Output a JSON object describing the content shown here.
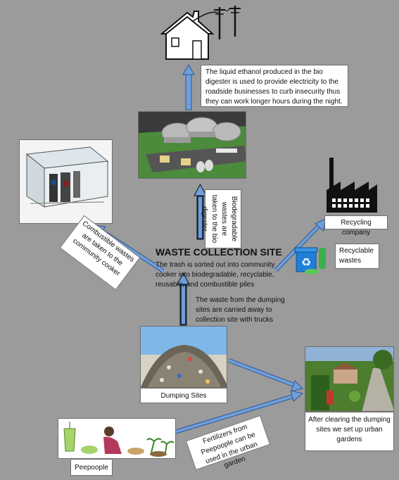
{
  "colors": {
    "background": "#9b9b9b",
    "arrow_fill": "#6f9fd8",
    "arrow_stroke": "#2f5597",
    "box_fill": "#ffffff"
  },
  "title": "WASTE COLLECTION SITE",
  "sorting_text": "The trash is sorted out into community cooker into biodegradable, recyclable, reusable, and combustible piles",
  "trucks_text": "The waste from the dumping sites are carried away to collection site with trucks",
  "ethanol_text": "The liquid ethanol produced in the bio digester is used to provide electricity to the roadside businesses to curb insecurity thus they can work longer hours during the night.",
  "biodegradable_label": "Biodegradable wastes are taken to the bio digester",
  "combustible_label": "Combustible wastes are taken to the community cooker",
  "recycling_company_label": "Recycling company",
  "recyclable_label": "Recyclable wastes",
  "dumping_sites_label": "Dumping Sites",
  "peepoople_label": "Peepoople",
  "fertilizers_label": "Fertilizers from Peepoople can be used in the urban garden",
  "urban_garden_label": "After clearing the dumping sites we set up urban gardens",
  "icons": [
    "house-icon",
    "power-pole-icon",
    "biodigester-image",
    "community-cooker-image",
    "factory-icon",
    "recycle-bin-icon",
    "waste-pile-image",
    "urban-garden-image",
    "peepoople-image"
  ]
}
